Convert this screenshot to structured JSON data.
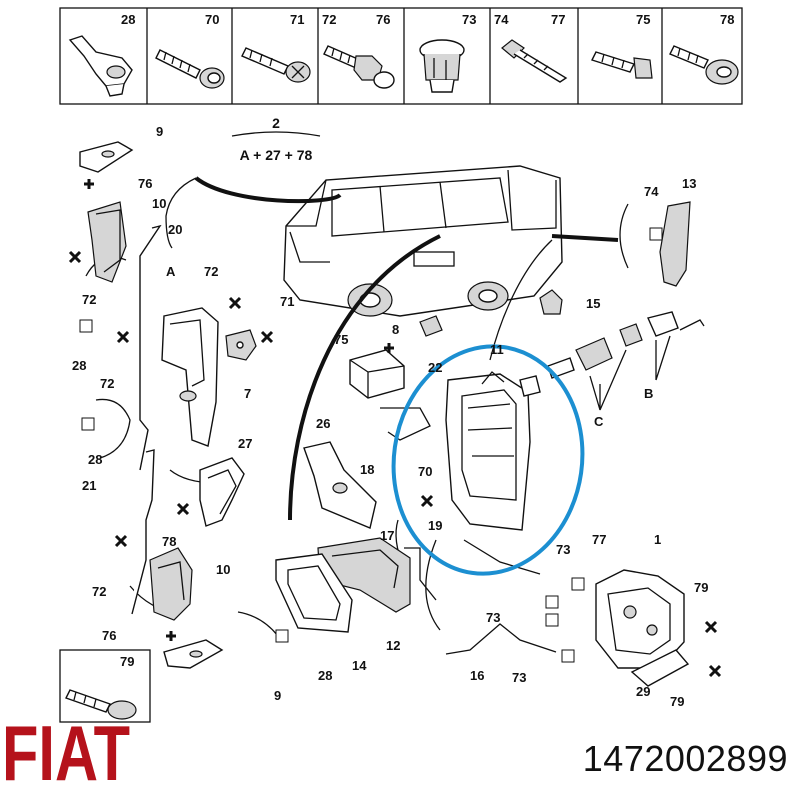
{
  "header_row": {
    "cells": [
      {
        "labels": [
          "28"
        ]
      },
      {
        "labels": [
          "70"
        ]
      },
      {
        "labels": [
          "71",
          "72"
        ]
      },
      {
        "labels": [
          "76"
        ]
      },
      {
        "labels": [
          "73"
        ]
      },
      {
        "labels": [
          "74",
          "77"
        ]
      },
      {
        "labels": [
          "75"
        ]
      },
      {
        "labels": [
          "78"
        ]
      }
    ]
  },
  "assembly": {
    "number": "2",
    "formula": "A + 27 + 78"
  },
  "callouts": [
    {
      "id": "c9a",
      "text": "9"
    },
    {
      "id": "c76a",
      "text": "76"
    },
    {
      "id": "c10a",
      "text": "10"
    },
    {
      "id": "c20",
      "text": "20"
    },
    {
      "id": "c72a",
      "text": "72"
    },
    {
      "id": "cA",
      "text": "A"
    },
    {
      "id": "c72b",
      "text": "72"
    },
    {
      "id": "c71",
      "text": "71"
    },
    {
      "id": "c28a",
      "text": "28"
    },
    {
      "id": "c72c",
      "text": "72"
    },
    {
      "id": "c7",
      "text": "7"
    },
    {
      "id": "c28b",
      "text": "28"
    },
    {
      "id": "c27",
      "text": "27"
    },
    {
      "id": "c21",
      "text": "21"
    },
    {
      "id": "c78",
      "text": "78"
    },
    {
      "id": "c72d",
      "text": "72"
    },
    {
      "id": "c10b",
      "text": "10"
    },
    {
      "id": "c76b",
      "text": "76"
    },
    {
      "id": "c9b",
      "text": "9"
    },
    {
      "id": "c75",
      "text": "75"
    },
    {
      "id": "c8",
      "text": "8"
    },
    {
      "id": "c22",
      "text": "22"
    },
    {
      "id": "c11",
      "text": "11"
    },
    {
      "id": "c26",
      "text": "26"
    },
    {
      "id": "c18",
      "text": "18"
    },
    {
      "id": "c70",
      "text": "70"
    },
    {
      "id": "c19",
      "text": "19"
    },
    {
      "id": "c17",
      "text": "17"
    },
    {
      "id": "c12",
      "text": "12"
    },
    {
      "id": "c14",
      "text": "14"
    },
    {
      "id": "c28c",
      "text": "28"
    },
    {
      "id": "c74",
      "text": "74"
    },
    {
      "id": "c13",
      "text": "13"
    },
    {
      "id": "c15",
      "text": "15"
    },
    {
      "id": "cB",
      "text": "B"
    },
    {
      "id": "cC",
      "text": "C"
    },
    {
      "id": "c73a",
      "text": "73"
    },
    {
      "id": "c77",
      "text": "77"
    },
    {
      "id": "c1",
      "text": "1"
    },
    {
      "id": "c79a",
      "text": "79"
    },
    {
      "id": "c73b",
      "text": "73"
    },
    {
      "id": "c16",
      "text": "16"
    },
    {
      "id": "c73c",
      "text": "73"
    },
    {
      "id": "c29",
      "text": "29"
    },
    {
      "id": "c79b",
      "text": "79"
    }
  ],
  "inset": {
    "label": "79"
  },
  "brand": {
    "logo_text": "FIAT",
    "color": "#b5121b"
  },
  "part_number": "1472002899",
  "highlight_color": "#1c8fd1"
}
